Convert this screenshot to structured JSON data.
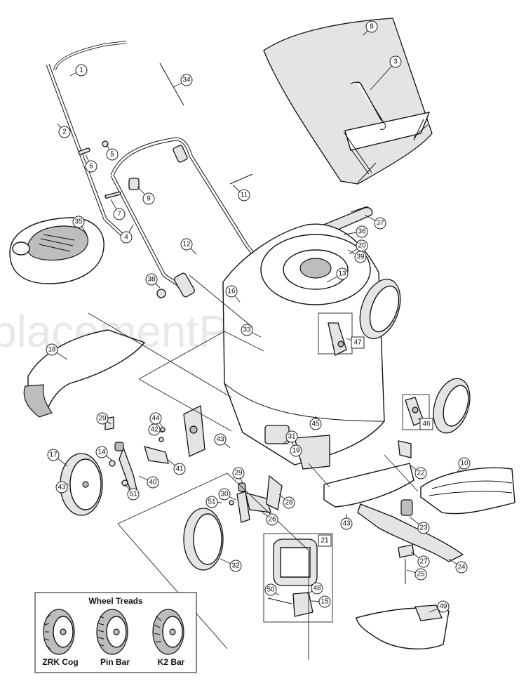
{
  "watermark": "placementParts.c",
  "callouts": [
    "1",
    "2",
    "3",
    "4",
    "5",
    "6",
    "7",
    "8",
    "9",
    "10",
    "11",
    "12",
    "13",
    "14",
    "15",
    "16",
    "17",
    "18",
    "19",
    "20",
    "21",
    "22",
    "23",
    "24",
    "25",
    "26",
    "27",
    "28",
    "29",
    "29",
    "30",
    "31",
    "32",
    "33",
    "34",
    "35",
    "36",
    "37",
    "38",
    "39",
    "40",
    "41",
    "42",
    "43",
    "43",
    "43",
    "44",
    "45",
    "46",
    "47",
    "48",
    "49",
    "50",
    "51",
    "51"
  ],
  "boxed_labels": [
    "47",
    "46",
    "21"
  ],
  "wheel_treads": {
    "title": "Wheel Treads",
    "items": [
      "ZRK Cog",
      "Pin Bar",
      "K2 Bar"
    ]
  }
}
